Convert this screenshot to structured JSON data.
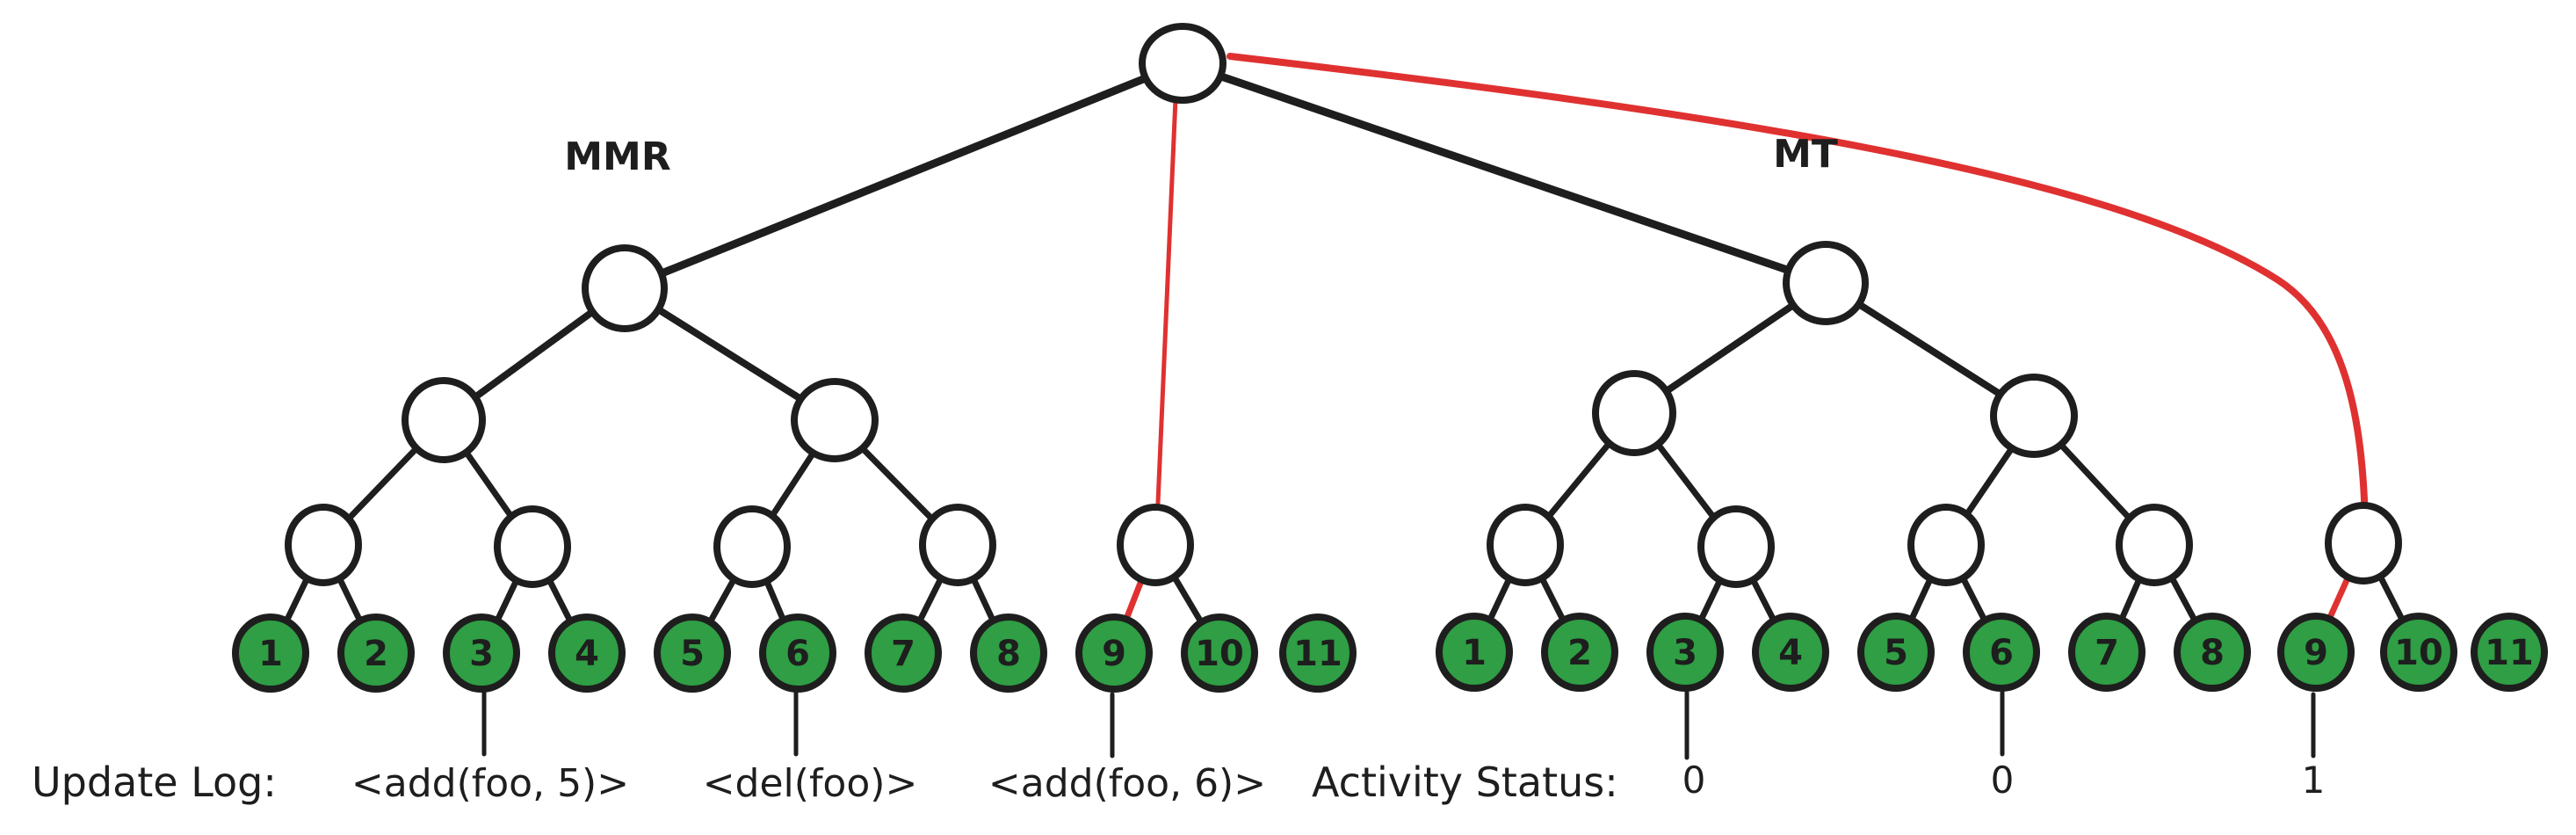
{
  "labels": {
    "mmr": "MMR",
    "mt": "MT"
  },
  "update_log": {
    "title": "Update Log:",
    "entries": [
      "<add(foo, 5)>",
      "<del(foo)>",
      "<add(foo, 6)>"
    ]
  },
  "activity_status": {
    "title": "Activity Status:",
    "values": [
      "0",
      "0",
      "1"
    ]
  },
  "trees": {
    "mmr": {
      "leaves": [
        "1",
        "2",
        "3",
        "4",
        "5",
        "6",
        "7",
        "8",
        "9",
        "10",
        "11"
      ]
    },
    "mt": {
      "leaves": [
        "1",
        "2",
        "3",
        "4",
        "5",
        "6",
        "7",
        "8",
        "9",
        "10",
        "11"
      ]
    }
  },
  "colors": {
    "leaf_green": "#2f9e44",
    "stroke_black": "#1e1e1e",
    "highlight_red": "#e03131",
    "node_fill": "#ffffff",
    "background": "#ffffff"
  }
}
